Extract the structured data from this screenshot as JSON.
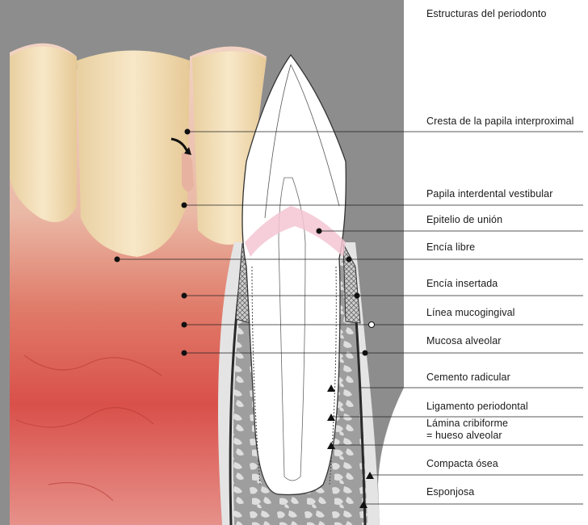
{
  "diagram": {
    "title": "Estructuras del periodonto",
    "labels": [
      {
        "id": "cresta",
        "text": "Cresta de la papila interproximal"
      },
      {
        "id": "papila",
        "text": "Papila interdental vestibular"
      },
      {
        "id": "epitelio",
        "text": "Epitelio de unión"
      },
      {
        "id": "encia_libre",
        "text": "Encía libre"
      },
      {
        "id": "encia_insertada",
        "text": "Encía insertada"
      },
      {
        "id": "linea_muco",
        "text": "Línea mucogingival"
      },
      {
        "id": "mucosa",
        "text": "Mucosa alveolar"
      },
      {
        "id": "cemento",
        "text": "Cemento radicular"
      },
      {
        "id": "ligamento",
        "text": "Ligamento periodontal"
      },
      {
        "id": "lamina_1",
        "text": "Lámina cribiforme"
      },
      {
        "id": "lamina_2",
        "text": "= hueso alveolar"
      },
      {
        "id": "compacta",
        "text": "Compacta ósea"
      },
      {
        "id": "esponjosa",
        "text": "Esponjosa"
      }
    ]
  },
  "colors": {
    "background_gray": "#8d8d8d",
    "gingiva": "#e9b7a6",
    "mucosa": "#d44a45",
    "tooth": "#f3dcb2",
    "bone": "#bdbdbd",
    "leader": "#222222"
  }
}
